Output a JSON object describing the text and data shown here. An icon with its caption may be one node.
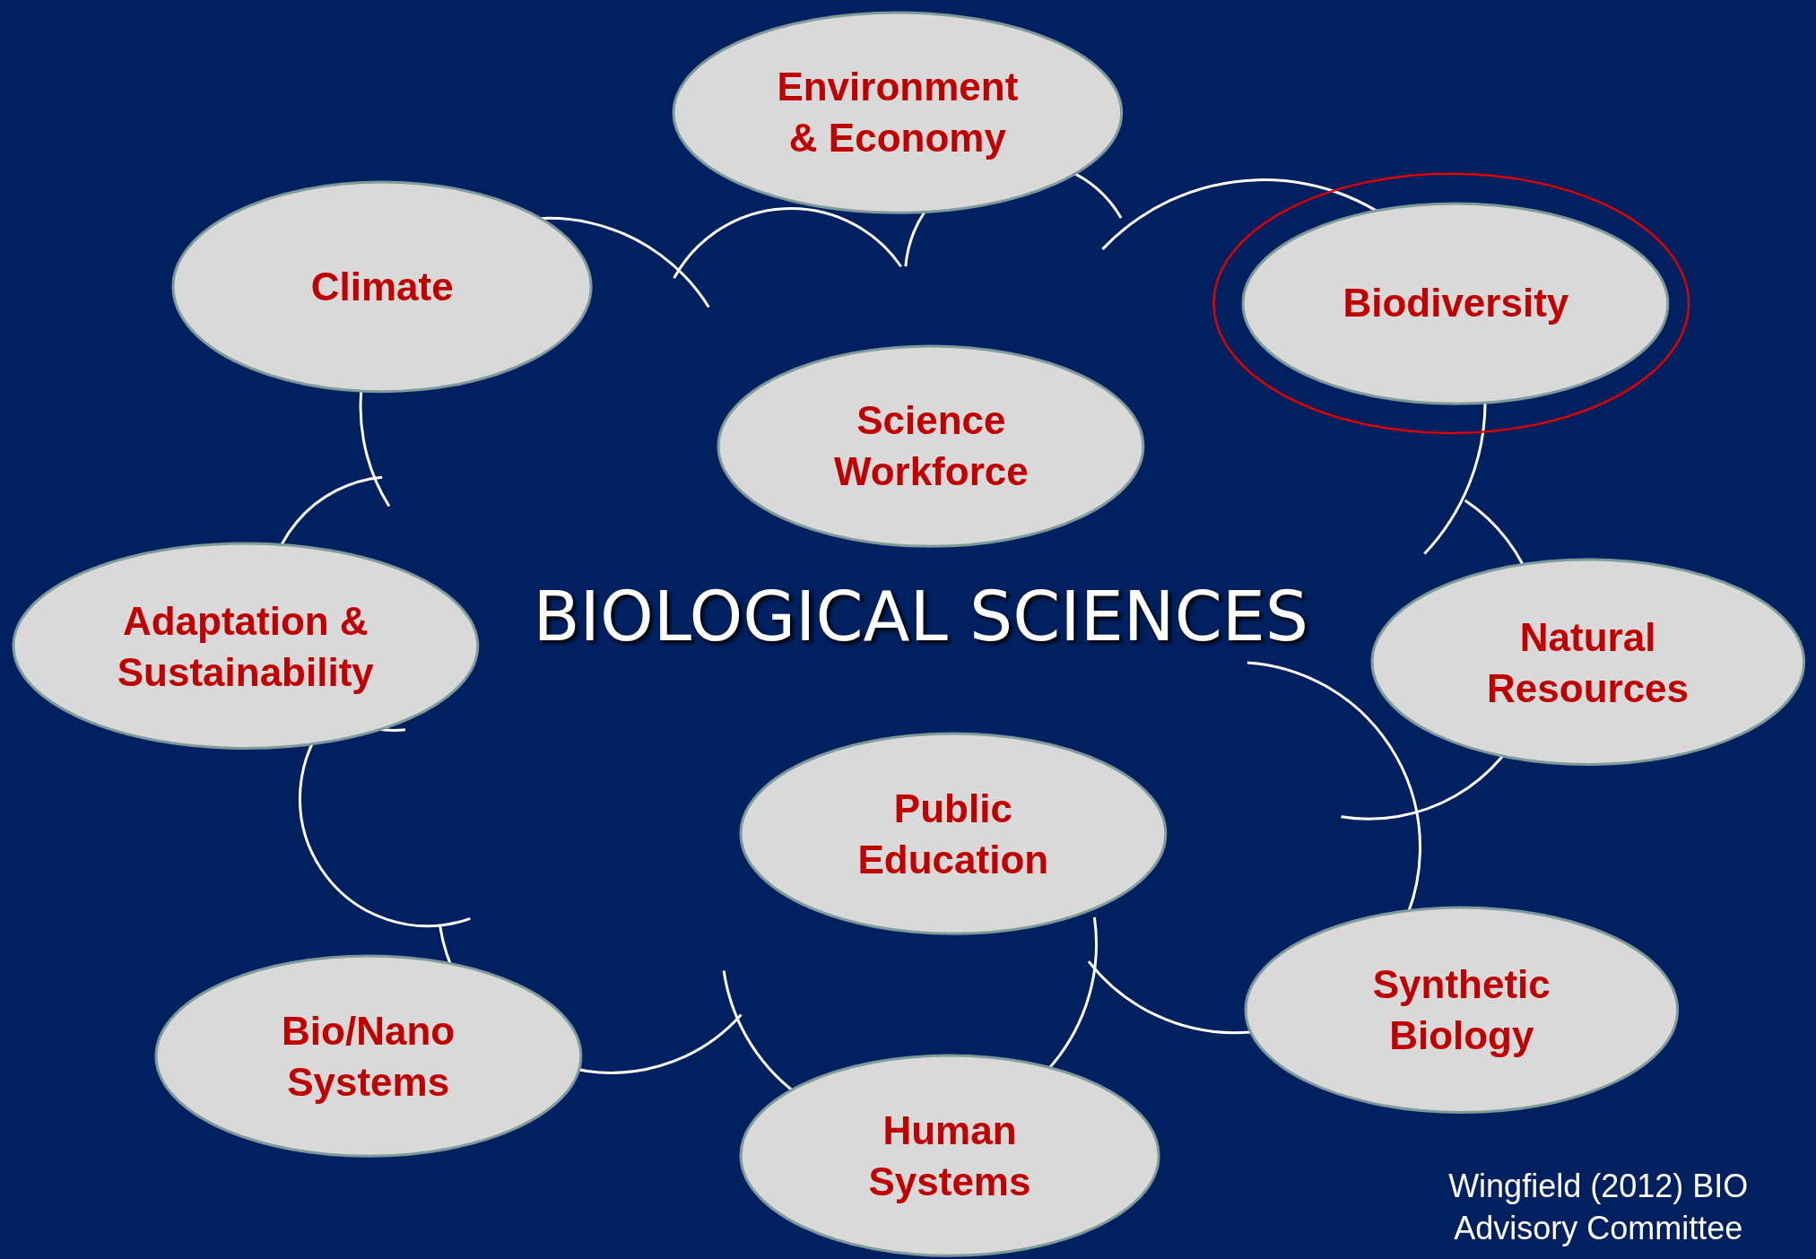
{
  "diagram": {
    "nodes": [
      {
        "text": [
          "BIOLOGICAL SCIENCES"
        ]
      },
      {
        "text": [
          "Environment & Economy"
        ]
      },
      {
        "text": [
          "Climate"
        ]
      },
      {
        "text": [
          "Biodiversity"
        ]
      },
      {
        "text": [
          "Science Workforce"
        ],
        "in": 0
      },
      {
        "text": [
          "Adaptation & Sustainability"
        ]
      },
      {
        "text": [
          "Natural Resources"
        ]
      },
      {
        "text": [
          "Public Education"
        ],
        "in": 0
      },
      {
        "text": [
          "Synthetic Biology"
        ]
      },
      {
        "text": [
          "Bio/Nano Systems"
        ]
      },
      {
        "text": [
          "Human Systems"
        ]
      }
    ],
    "labels": [
      "Wingfield (2012) BIO Advisory Committee"
    ]
  }
}
